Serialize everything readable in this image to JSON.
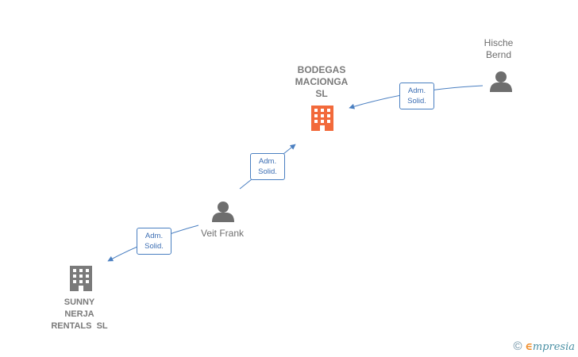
{
  "nodes": {
    "bodegas": {
      "label_lines": [
        "BODEGAS",
        "MACIONGA",
        "SL"
      ],
      "type": "company",
      "highlight": true
    },
    "hische": {
      "label_lines": [
        "Hische",
        "Bernd"
      ],
      "type": "person"
    },
    "veit": {
      "label_lines": [
        "Veit Frank"
      ],
      "type": "person"
    },
    "sunny": {
      "label_lines": [
        "SUNNY",
        "NERJA",
        "RENTALS  SL"
      ],
      "type": "company"
    }
  },
  "edges": {
    "hische_bodegas": {
      "role": [
        "Adm.",
        "Solid."
      ]
    },
    "veit_bodegas": {
      "role": [
        "Adm.",
        "Solid."
      ]
    },
    "veit_sunny": {
      "role": [
        "Adm.",
        "Solid."
      ]
    }
  },
  "brand": {
    "symbol": "©",
    "e": "∈",
    "rest": "mpresia"
  },
  "colors": {
    "highlight_company": "#f26a3b",
    "company": "#7a7a7a",
    "person": "#6e6e6e",
    "edge": "#4a7fc1"
  },
  "icons": {
    "company": "building-icon",
    "person": "person-icon"
  }
}
